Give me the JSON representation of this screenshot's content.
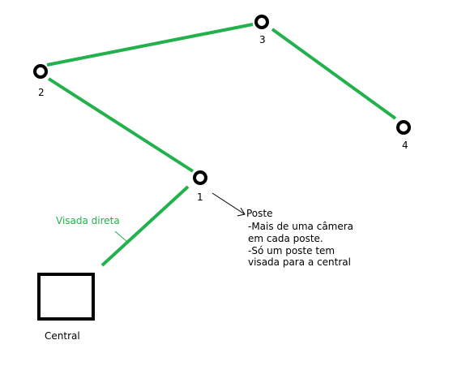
{
  "colors": {
    "link_line": "#22b14c",
    "link_label": "#22b14c",
    "node_stroke": "#000000",
    "arrow": "#000000",
    "text": "#000000",
    "background": "#ffffff"
  },
  "nodes": [
    {
      "id": "1",
      "label": "1"
    },
    {
      "id": "2",
      "label": "2"
    },
    {
      "id": "3",
      "label": "3"
    },
    {
      "id": "4",
      "label": "4"
    }
  ],
  "links": [
    {
      "from": "2",
      "to": "3"
    },
    {
      "from": "3",
      "to": "4"
    },
    {
      "from": "2",
      "to": "1"
    },
    {
      "from": "1",
      "to": "central"
    }
  ],
  "central": {
    "label": "Central"
  },
  "link_annotation": {
    "text": "Visada direta"
  },
  "note": {
    "lines": [
      "Poste",
      "-Mais de uma câmera",
      "em cada poste.",
      "-Só um poste tem",
      "visada para a central"
    ]
  }
}
